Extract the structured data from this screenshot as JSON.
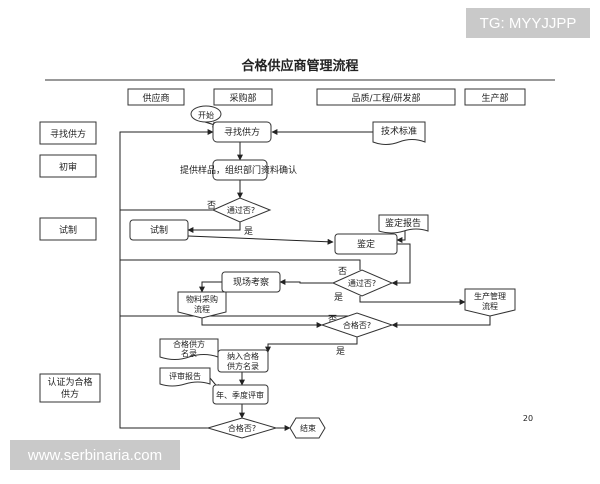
{
  "title": "合格供应商管理流程",
  "lanes": [
    "供应商",
    "采购部",
    "品质/工程/研发部",
    "生产部"
  ],
  "stages": [
    "寻找供方",
    "初审",
    "试制",
    "认证为合格供方"
  ],
  "nodes": {
    "start": "开始",
    "find_supplier": "寻找供方",
    "tech_standard": "技术标准",
    "provide_sample": "提供样品，组织部门资料确认",
    "pass1": "通过否?",
    "trial": "试制",
    "appraisal_report": "鉴定报告",
    "appraisal": "鉴定",
    "site_inspection": "现场考察",
    "pass2": "通过否?",
    "material_purchase_flow": "物料采购流程",
    "production_mgmt_flow": "生产管理流程",
    "qualified1": "合格否?",
    "qualified_list": "合格供方名录",
    "add_to_list": "纳入合格供方名录",
    "review_report": "评审报告",
    "annual_review": "年、季度评审",
    "qualified2": "合格否?",
    "end": "结束"
  },
  "edge_labels": {
    "no": "否",
    "yes": "是"
  },
  "page_number": "20",
  "watermarks": {
    "top": "TG: MYYJJPP",
    "bottom": "www.serbinaria.com"
  }
}
